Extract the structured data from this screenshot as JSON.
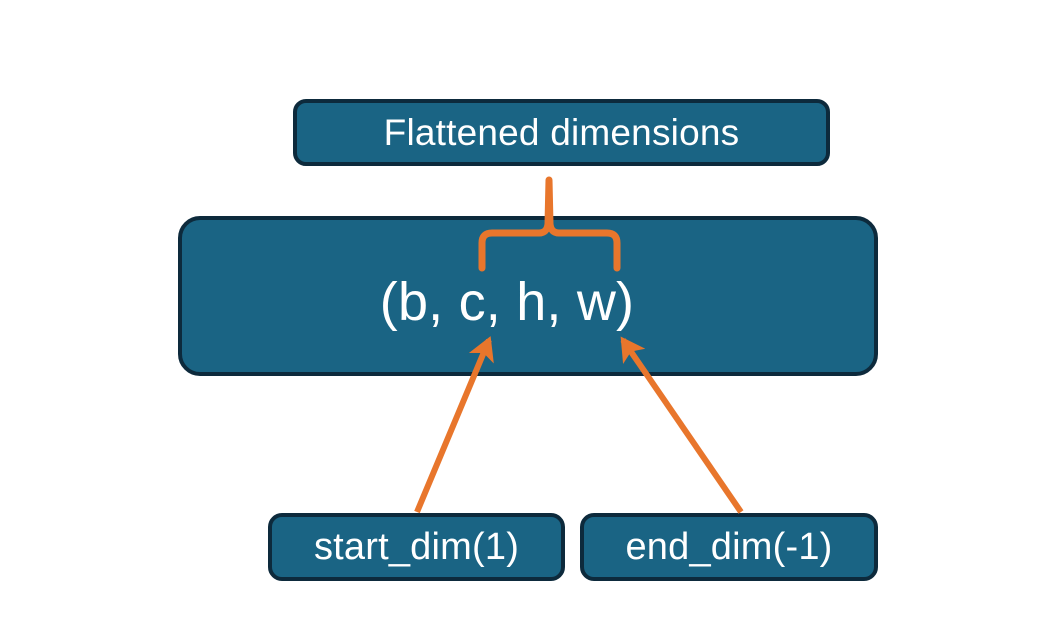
{
  "diagram": {
    "title_node": "Flattened dimensions",
    "shape_node": "(b, c, h, w)",
    "start_dim_node": "start_dim(1)",
    "end_dim_node": "end_dim(-1)"
  },
  "colors": {
    "background": "#ffffff",
    "node_fill": "#1a6484",
    "node_border": "#0d2a3c",
    "node_text": "#ffffff",
    "connector": "#e8762c"
  },
  "connectors": {
    "brace_label": "brace-spanning-c-h-w",
    "start_dim_arrow_label": "arrow-start-dim-to-c",
    "end_dim_arrow_label": "arrow-end-dim-to-w"
  }
}
